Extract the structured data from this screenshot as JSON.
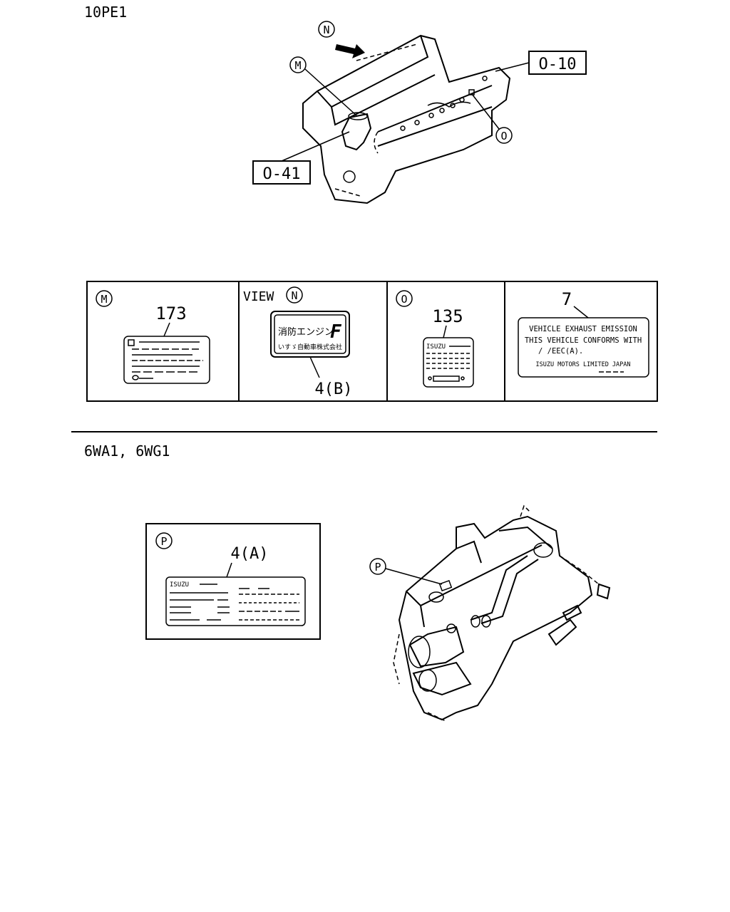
{
  "sections": [
    {
      "title": "10PE1"
    },
    {
      "title": "6WA1, 6WG1"
    }
  ],
  "callouts": {
    "n": "N",
    "m": "M",
    "o": "O",
    "p": "P",
    "ref_o10": "O-10",
    "ref_o41": "O-41"
  },
  "label_panels": [
    {
      "marker": "M",
      "part_number": "173"
    },
    {
      "view_prefix": "VIEW",
      "marker": "N",
      "part_number": "4(B)",
      "plate_jp_line1": "消防エンジン",
      "plate_letter": "F",
      "plate_jp_line2": "いすゞ自動車株式会社"
    },
    {
      "marker": "O",
      "part_number": "135",
      "plate_brand": "ISUZU"
    },
    {
      "part_number": "7",
      "plate_line1": "VEHICLE EXHAUST EMISSION",
      "plate_line2": "THIS VEHICLE CONFORMS WITH",
      "plate_line3": "/   /EEC(A).",
      "plate_line4": "ISUZU MOTORS LIMITED JAPAN"
    }
  ],
  "panel_p": {
    "marker": "P",
    "part_number": "4(A)",
    "plate_brand": "ISUZU"
  }
}
